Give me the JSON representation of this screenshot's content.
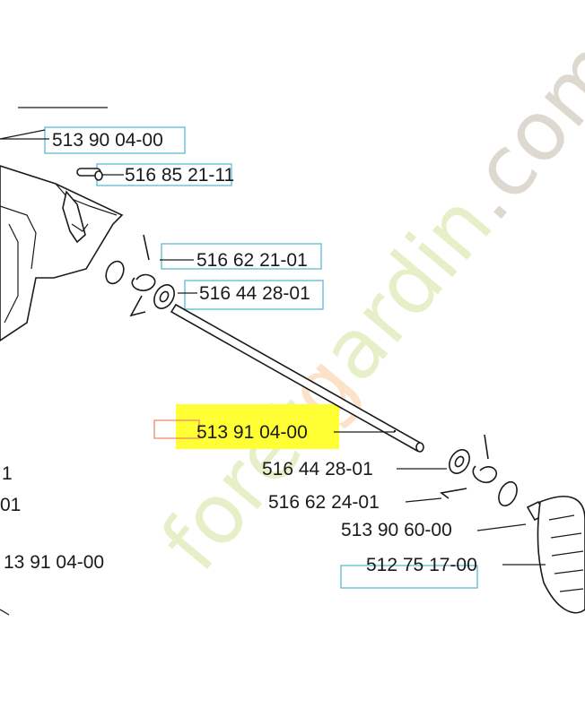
{
  "colors": {
    "highlight": "#ffff33",
    "callout_box": "#5fb9d2",
    "highlight_outline": "#f08a6a",
    "watermark_green": "#e6f0c8",
    "watermark_orange": "#fbe2c8",
    "watermark_grey": "#ddd8d0"
  },
  "watermark": {
    "seg1": "foret",
    "seg2": "g",
    "seg3": "ardin",
    "seg4": ".com"
  },
  "parts": {
    "p1": "513 90 04-00",
    "p2": "516 85 21-11",
    "p3": "516 62 21-01",
    "p4": "516 44 28-01",
    "p5_highlighted": "513 91 04-00",
    "p6": "516 44 28-01",
    "p7": "516 62 24-01",
    "p8": "513 90 60-00",
    "p9": "512 75 17-00",
    "p10": "13 91 04-00",
    "edge1": "1",
    "edge2": "01"
  }
}
